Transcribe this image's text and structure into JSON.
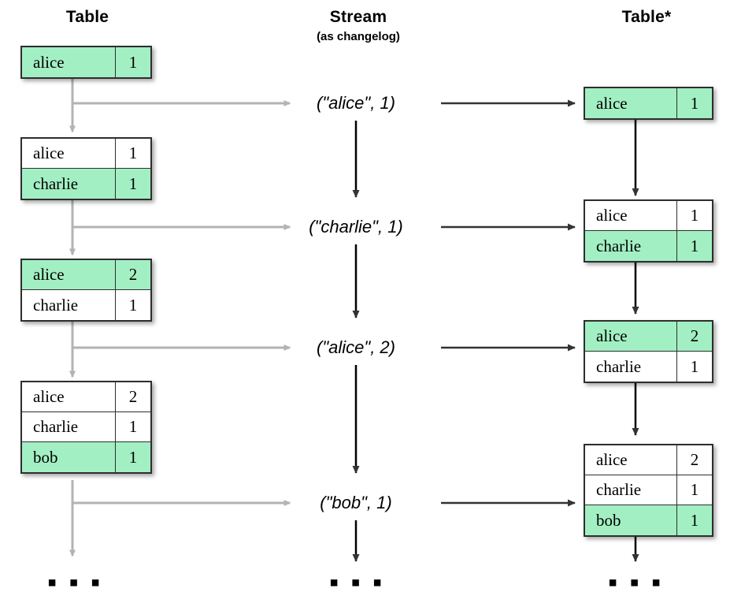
{
  "columns": {
    "left": {
      "title": "Table"
    },
    "middle": {
      "title": "Stream",
      "subtitle": "(as changelog)"
    },
    "right": {
      "title": "Table*"
    }
  },
  "colors": {
    "highlight": "#a2efc3",
    "border": "#2e2e2e",
    "gray_arrow": "#b3b3b3",
    "black_arrow": "#333333"
  },
  "left_tables": [
    {
      "rows": [
        {
          "key": "alice",
          "value": "1",
          "highlight": true
        }
      ]
    },
    {
      "rows": [
        {
          "key": "alice",
          "value": "1",
          "highlight": false
        },
        {
          "key": "charlie",
          "value": "1",
          "highlight": true
        }
      ]
    },
    {
      "rows": [
        {
          "key": "alice",
          "value": "2",
          "highlight": true
        },
        {
          "key": "charlie",
          "value": "1",
          "highlight": false
        }
      ]
    },
    {
      "rows": [
        {
          "key": "alice",
          "value": "2",
          "highlight": false
        },
        {
          "key": "charlie",
          "value": "1",
          "highlight": false
        },
        {
          "key": "bob",
          "value": "1",
          "highlight": true
        }
      ]
    }
  ],
  "stream_events": [
    {
      "label": "(\"alice\", 1)"
    },
    {
      "label": "(\"charlie\", 1)"
    },
    {
      "label": "(\"alice\", 2)"
    },
    {
      "label": "(\"bob\", 1)"
    }
  ],
  "right_tables": [
    {
      "rows": [
        {
          "key": "alice",
          "value": "1",
          "highlight": true
        }
      ]
    },
    {
      "rows": [
        {
          "key": "alice",
          "value": "1",
          "highlight": false
        },
        {
          "key": "charlie",
          "value": "1",
          "highlight": true
        }
      ]
    },
    {
      "rows": [
        {
          "key": "alice",
          "value": "2",
          "highlight": true
        },
        {
          "key": "charlie",
          "value": "1",
          "highlight": false
        }
      ]
    },
    {
      "rows": [
        {
          "key": "alice",
          "value": "2",
          "highlight": false
        },
        {
          "key": "charlie",
          "value": "1",
          "highlight": false
        },
        {
          "key": "bob",
          "value": "1",
          "highlight": true
        }
      ]
    }
  ],
  "ellipses": {
    "left": "▪ ▪ ▪",
    "middle": "▪ ▪ ▪",
    "right": "▪ ▪ ▪"
  }
}
